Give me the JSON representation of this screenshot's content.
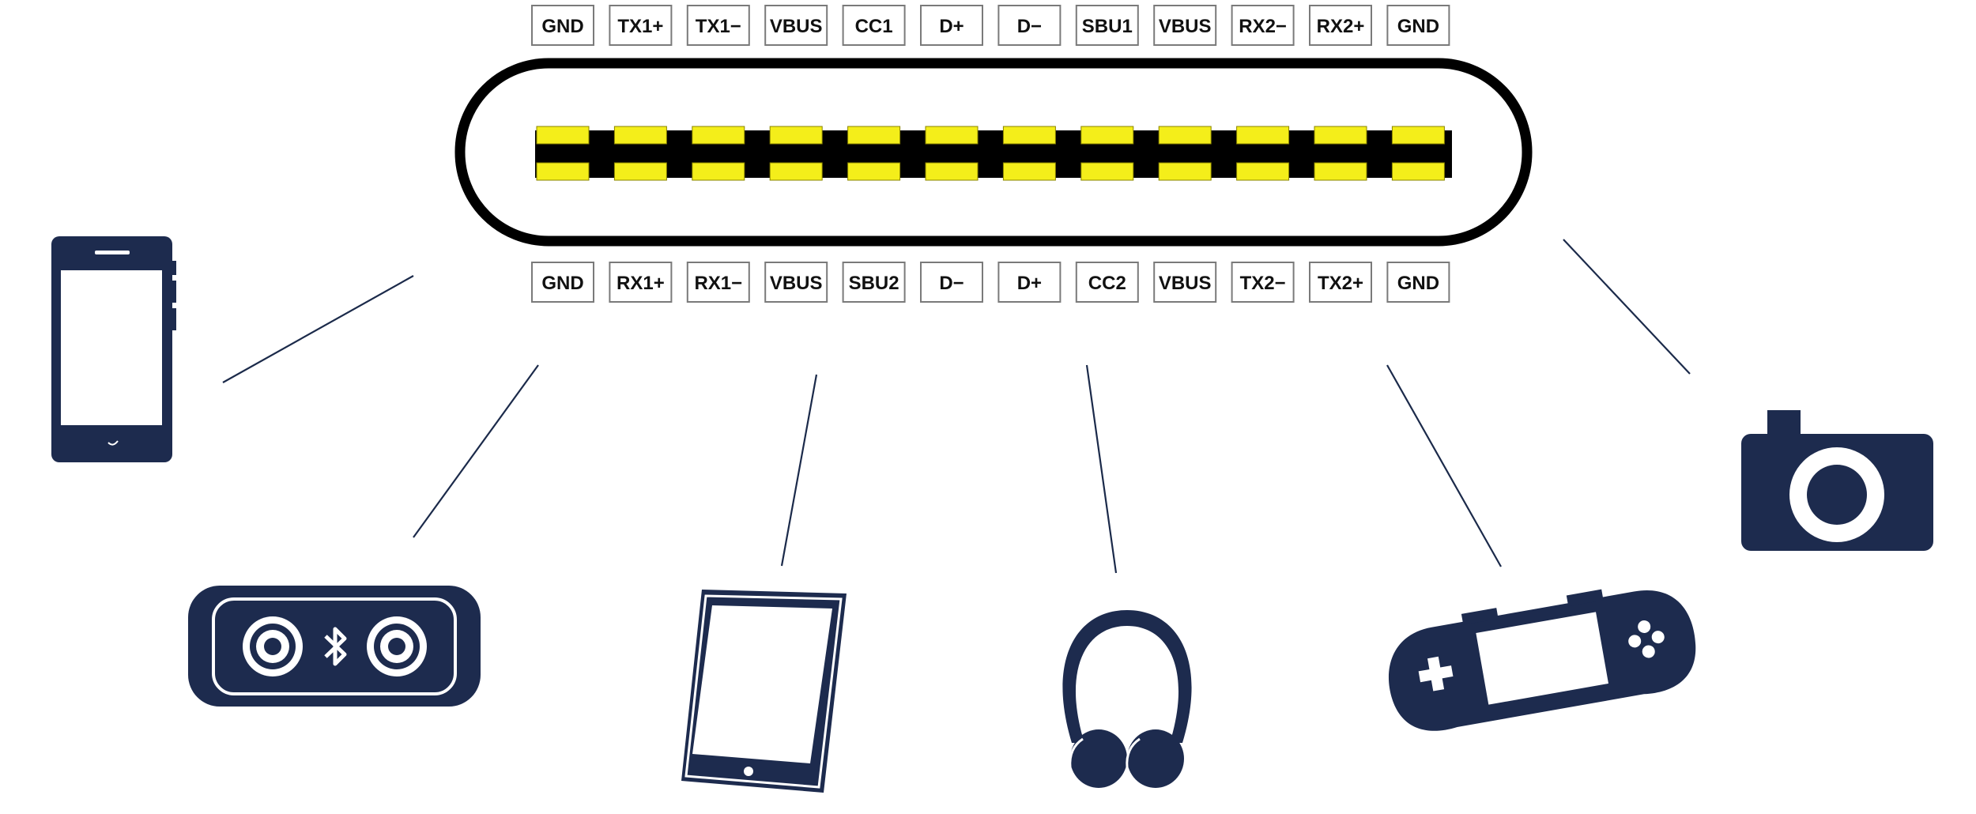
{
  "connector": {
    "top_pins": [
      "GND",
      "TX1+",
      "TX1−",
      "VBUS",
      "CC1",
      "D+",
      "D−",
      "SBU1",
      "VBUS",
      "RX2−",
      "RX2+",
      "GND"
    ],
    "bottom_pins": [
      "GND",
      "RX1+",
      "RX1−",
      "VBUS",
      "SBU2",
      "D−",
      "D+",
      "CC2",
      "VBUS",
      "TX2−",
      "TX2+",
      "GND"
    ],
    "contact_count": 12
  },
  "devices": [
    {
      "name": "smartphone",
      "icon": "smartphone-icon"
    },
    {
      "name": "bluetooth speaker",
      "icon": "bluetooth-speaker-icon"
    },
    {
      "name": "tablet",
      "icon": "tablet-icon"
    },
    {
      "name": "headphones",
      "icon": "headphones-icon"
    },
    {
      "name": "handheld game console",
      "icon": "game-console-icon"
    },
    {
      "name": "camera",
      "icon": "camera-icon"
    }
  ],
  "colors": {
    "device_fill": "#1d2b4e",
    "link_line": "#1b2a4a",
    "contact": "#f4ee1a",
    "connector_outline": "#000000",
    "label_border": "#7a7a7a"
  }
}
